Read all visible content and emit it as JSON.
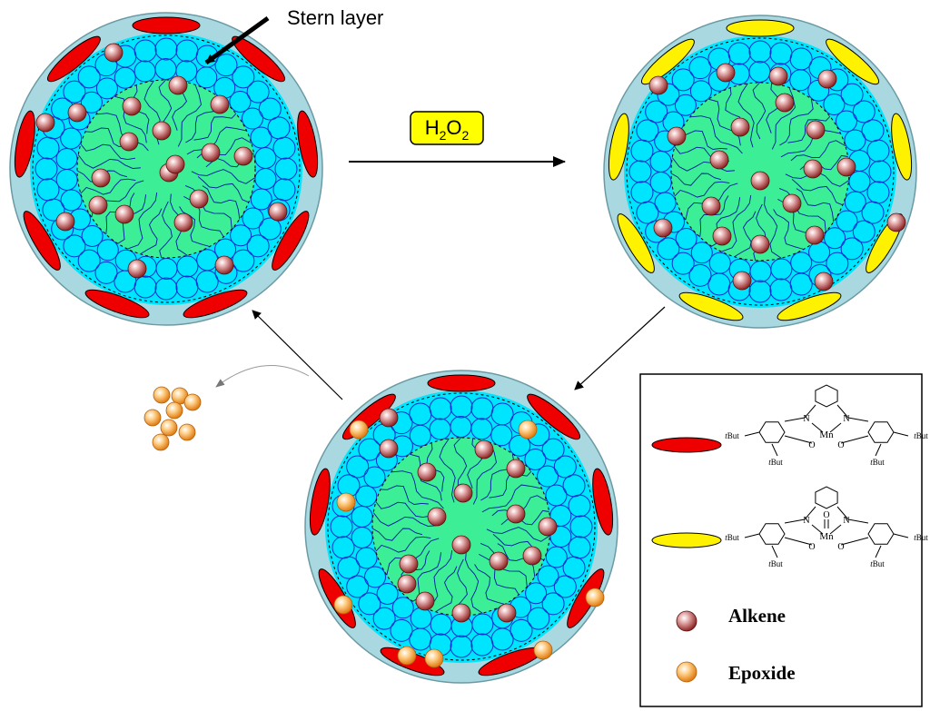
{
  "annotation": {
    "stern_layer": "Stern layer"
  },
  "reagent": {
    "main": "H",
    "sub1": "2",
    "mid": "O",
    "sub2": "2",
    "color": "#FFFF00"
  },
  "legend": {
    "alkene": "Alkene",
    "epoxide": "Epoxide",
    "mn_label": "Mn",
    "o_label": "O",
    "n_label": "N",
    "tbut_t": "t",
    "tbut_rest": "But"
  },
  "colors": {
    "shell": "#AAD8E0",
    "interface": "#00E5FF",
    "core": "#3CEE96",
    "surfactant_head": "#0030D0",
    "tail": "#0018A0",
    "catalyst_mn3": "#EE0000",
    "catalyst_mnO": "#FFF200",
    "alkene": "#B03838",
    "epoxide": "#F59A1E"
  },
  "micelles": [
    {
      "id": "mn3",
      "catalyst": "mn3",
      "alkenes": 21,
      "epoxides": 0
    },
    {
      "id": "mnO",
      "catalyst": "mnO",
      "alkenes": 21,
      "epoxides": 0
    },
    {
      "id": "mixed",
      "catalyst": "mn3",
      "alkenes": 17,
      "epoxides": 8
    }
  ],
  "released_epoxides": 8
}
